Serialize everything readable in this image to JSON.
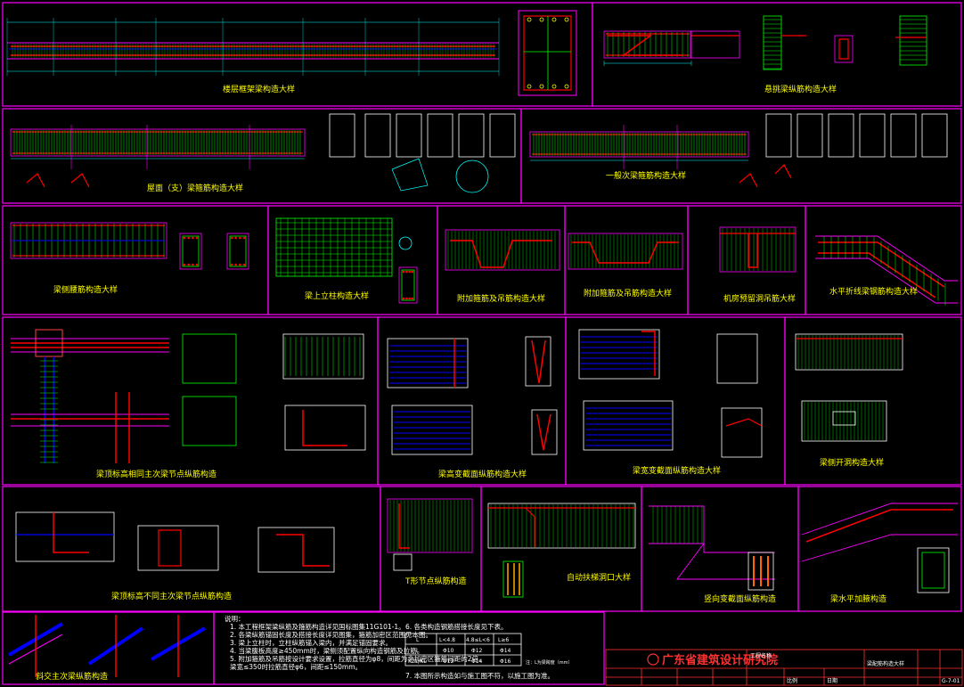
{
  "sheet": {
    "border_color": "#ff00ff",
    "colors": {
      "rebar_main": "#ff0000",
      "stirrup": "#00ff00",
      "dim": "#00ffff",
      "beam_outline": "#ff00ff",
      "tie": "#0000ff",
      "text": "#ffff00"
    }
  },
  "panels": [
    {
      "id": "p1",
      "caption": "楼层框架梁构造大样"
    },
    {
      "id": "p2",
      "caption": "悬挑梁纵筋构造大样"
    },
    {
      "id": "p3",
      "caption": "屋面（支）梁箍筋构造大样"
    },
    {
      "id": "p4",
      "caption": "一般次梁箍筋构造大样"
    },
    {
      "id": "p5",
      "caption": "梁侧腰筋构造大样"
    },
    {
      "id": "p6",
      "caption": "梁上立柱构造大样"
    },
    {
      "id": "p7",
      "caption": "附加箍筋及吊筋构造大样"
    },
    {
      "id": "p8",
      "caption": "附加箍筋及吊筋构造大样"
    },
    {
      "id": "p9",
      "caption": "机房预留洞吊筋大样"
    },
    {
      "id": "p10",
      "caption": "水平折线梁钢筋构造大样"
    },
    {
      "id": "p11",
      "caption": "梁顶标高相同主次梁节点纵筋构造"
    },
    {
      "id": "p12",
      "caption": "梁高变截面纵筋构造大样"
    },
    {
      "id": "p13",
      "caption": "梁宽变截面纵筋构造大样"
    },
    {
      "id": "p14",
      "caption": "梁侧开洞构造大样"
    },
    {
      "id": "p15",
      "caption": "梁顶标高不同主次梁节点纵筋构造"
    },
    {
      "id": "p16",
      "caption": "T形节点纵筋构造"
    },
    {
      "id": "p17",
      "caption": "自动扶梯洞口大样"
    },
    {
      "id": "p18",
      "caption": "竖向变截面纵筋构造"
    },
    {
      "id": "p19",
      "caption": "梁水平加腋构造"
    },
    {
      "id": "p20",
      "caption": "斜交主次梁纵筋构造"
    }
  ],
  "notes": {
    "heading": "说明：",
    "lines": [
      "1. 本工程框架梁纵筋及箍筋构造详见国标图集11G101-1。",
      "2. 各梁纵筋锚固长度及搭接长度详见图集，箍筋加密区范围见本图。",
      "3. 梁上立柱时，立柱纵筋锚入梁内，并满足锚固要求。",
      "4. 当梁腹板高度≥450mm时，梁侧须配置纵向构造钢筋及拉筋。",
      "5. 附加箍筋及吊筋按设计要求设置，拉筋直径为φ8，间距为非加密区箍筋间距的2倍。",
      "   梁宽≤350时拉筋直径φ6，间距≤150mm。",
      "6. 各类构造钢筋搭接长度见下表。",
      "7. 本图所示构造如与施工图不符，以施工图为准。"
    ]
  },
  "table": {
    "caption": "注：L为梁跨度（mm）",
    "headers": [
      "L",
      "L<4.8",
      "4.8≤L<6",
      "L≥6"
    ],
    "rows": [
      [
        "L",
        "Φ10",
        "Φ12",
        "Φ14"
      ],
      [
        "KZL/KL",
        "Φ12",
        "Φ14",
        "Φ16"
      ]
    ]
  },
  "title_block": {
    "company": "广东省建筑设计研究院",
    "project_label": "工程名称",
    "drawing_title": "梁配筋构造大样",
    "drawing_no": "G-7-01",
    "scale_label": "比例",
    "date_label": "日期"
  }
}
